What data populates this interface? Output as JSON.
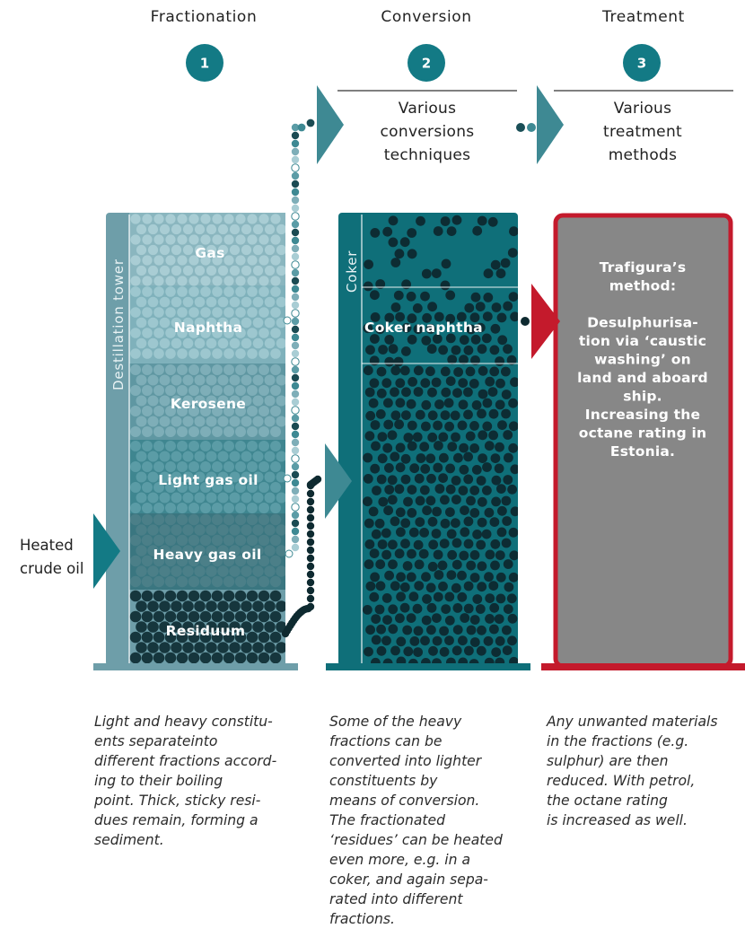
{
  "steps": [
    {
      "number": "1",
      "title": "Fractionation"
    },
    {
      "number": "2",
      "title": "Conversion"
    },
    {
      "number": "3",
      "title": "Treatment"
    }
  ],
  "conversion_box": [
    "Various",
    "conversions",
    "techniques"
  ],
  "treatment_box": [
    "Various",
    "treatment",
    "methods"
  ],
  "input": [
    "Heated",
    "crude oil"
  ],
  "tower": {
    "label": "Destillation tower",
    "fractions": [
      "Gas",
      "Naphtha",
      "Kerosene",
      "Light gas oil",
      "Heavy gas oil",
      "Residuum"
    ]
  },
  "coker": {
    "label": "Coker",
    "product": "Coker naphtha"
  },
  "method": [
    "Trafigura’s",
    "method:",
    "",
    "Desulphurisa-",
    "tion via ‘caustic",
    "washing’ on",
    "land and aboard",
    "ship.",
    "Increasing the",
    "octane rating in",
    "Estonia."
  ],
  "captions": {
    "fractionation": [
      "Light and heavy constitu-",
      "ents separateinto",
      "different fractions accord-",
      "ing to their boiling",
      "point. Thick, sticky resi-",
      "dues remain, forming a",
      "sediment."
    ],
    "conversion": [
      "Some of the heavy",
      "fractions can be",
      "converted into lighter",
      "constituents by",
      "means of conversion.",
      "The fractionated",
      "‘residues’ can be heated",
      "even more, e.g. in a",
      "coker, and again sepa-",
      "rated into different",
      "fractions."
    ],
    "treatment": [
      "Any unwanted materials",
      "in the fractions (e.g.",
      "sulphur) are then",
      "reduced. With petrol,",
      "the octane rating",
      "is increased as well."
    ]
  },
  "colors": {
    "teal_circle": "#137a85",
    "tower_bg": "#6e9ea9",
    "coker_bg": "#0f6f79",
    "treatment_red": "#c41a2c",
    "treatment_grey": "#878787",
    "dark_dot": "#0e2a30"
  }
}
